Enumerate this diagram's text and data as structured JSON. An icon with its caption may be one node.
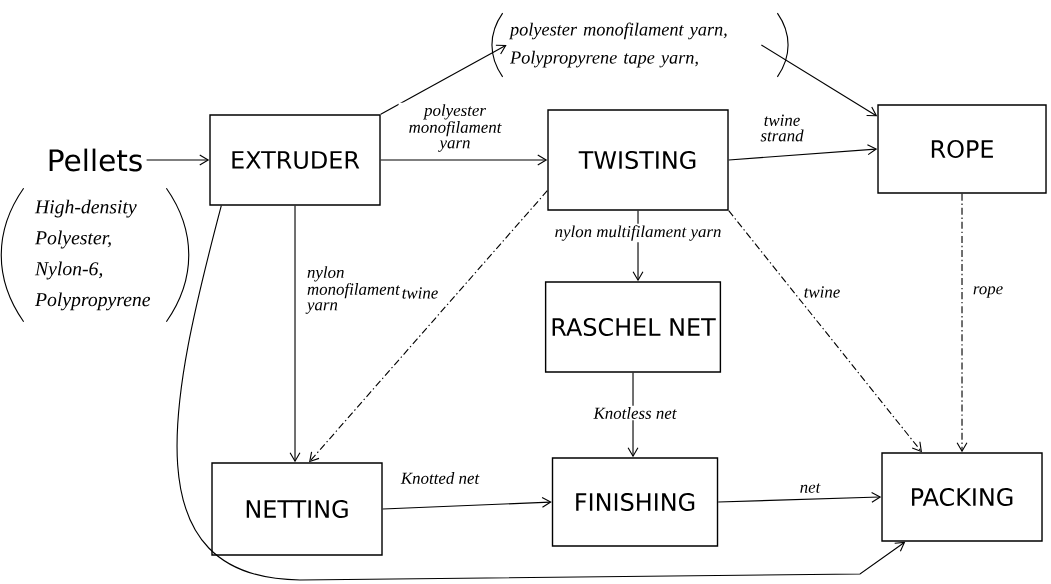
{
  "diagram": {
    "nodes": [
      {
        "text": [
          "Pellets"
        ],
        "beside": [
          "High-density Polyester, Nylon-6, Polypropyrene"
        ]
      },
      {
        "text": [
          "EXTRUDER"
        ]
      },
      {
        "text": [
          "polyester monofilament yarn, Polypropyrene tape yarn,"
        ]
      },
      {
        "text": [
          "TWISTING"
        ]
      },
      {
        "text": [
          "ROPE"
        ]
      },
      {
        "text": [
          "RASCHEL NET"
        ]
      },
      {
        "text": [
          "NETTING"
        ]
      },
      {
        "text": [
          "FINISHING"
        ]
      },
      {
        "text": [
          "PACKING"
        ]
      }
    ],
    "edges": [
      {
        "from": 0,
        "to": 1,
        "arrow": "to"
      },
      {
        "from": 1,
        "to": 2,
        "arrow": "to"
      },
      {
        "from": 2,
        "to": 4,
        "arrow": "to"
      },
      {
        "from": 1,
        "to": 3,
        "arrow": "to",
        "label": "polyester monofilament yarn"
      },
      {
        "from": 3,
        "to": 4,
        "arrow": "to",
        "label": "twine strand"
      },
      {
        "from": 1,
        "to": 6,
        "arrow": "to",
        "label": "nylon monofilament yarn"
      },
      {
        "from": 3,
        "to": 6,
        "arrow": "to",
        "label": "twine",
        "style": "dashed"
      },
      {
        "from": 3,
        "to": 5,
        "arrow": "to",
        "label": "nylon multifilament yarn"
      },
      {
        "from": 3,
        "to": 8,
        "arrow": "to",
        "label": "twine",
        "style": "dashed"
      },
      {
        "from": 4,
        "to": 8,
        "arrow": "to",
        "label": "rope",
        "style": "dashed"
      },
      {
        "from": 5,
        "to": 7,
        "arrow": "to",
        "label": "Knotless net"
      },
      {
        "from": 6,
        "to": 7,
        "arrow": "to",
        "label": "Knotted net"
      },
      {
        "from": 7,
        "to": 8,
        "arrow": "to",
        "label": "net"
      },
      {
        "from": 1,
        "to": 8,
        "arrow": "to"
      }
    ]
  }
}
